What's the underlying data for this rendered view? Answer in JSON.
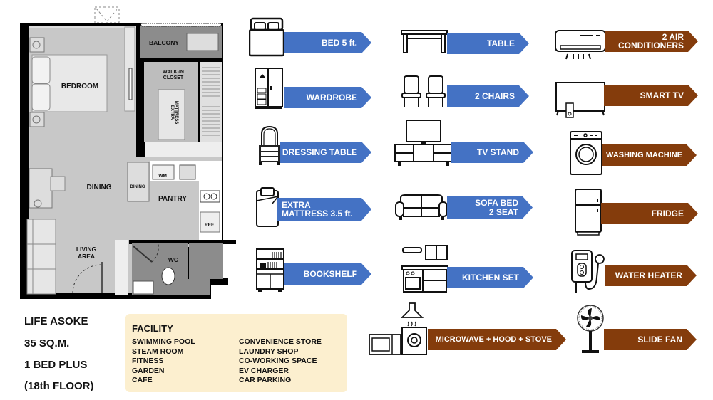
{
  "floorplan": {
    "rooms": {
      "balcony": "BALCONY",
      "walk_in_closet_line1": "WALK-IN",
      "walk_in_closet_line2": "CLOSET",
      "extra_mattress_line1": "EXTRA",
      "extra_mattress_line2": "MATTRESS",
      "bedroom": "BEDROOM",
      "dining": "DINING",
      "dining_counter": "DINING",
      "pantry": "PANTRY",
      "washing_machine": "WM.",
      "refrigerator": "REF.",
      "living_line1": "LIVING",
      "living_line2": "AREA",
      "wc": "WC"
    }
  },
  "project": {
    "name": "LIFE ASOKE",
    "size": "35 SQ.M.",
    "type": "1 BED PLUS",
    "floor": "(18th FLOOR)"
  },
  "facility": {
    "title": "FACILITY",
    "column1": [
      "SWIMMING POOL",
      "STEAM ROOM",
      "FITNESS",
      "GARDEN",
      "CAFE"
    ],
    "column2": [
      "CONVENIENCE STORE",
      "LAUNDRY SHOP",
      "CO-WORKING SPACE",
      "EV CHARGER",
      "CAR PARKING"
    ]
  },
  "colors": {
    "furniture_tag": "#4472c4",
    "appliance_tag": "#843c0c",
    "facility_bg": "#fcefcf"
  },
  "furniture": [
    {
      "icon": "bed-icon",
      "label": "BED 5 ft."
    },
    {
      "icon": "wardrobe-icon",
      "label": "WARDROBE"
    },
    {
      "icon": "dressing-table-icon",
      "label": "DRESSING TABLE"
    },
    {
      "icon": "mattress-icon",
      "label": "EXTRA\nMATTRESS 3.5 ft."
    },
    {
      "icon": "bookshelf-icon",
      "label": "BOOKSHELF"
    },
    {
      "icon": "table-icon",
      "label": "TABLE"
    },
    {
      "icon": "chairs-icon",
      "label": "2 CHAIRS"
    },
    {
      "icon": "tv-stand-icon",
      "label": "TV STAND"
    },
    {
      "icon": "sofa-icon",
      "label": "SOFA BED\n2 SEAT"
    },
    {
      "icon": "kitchen-set-icon",
      "label": "KITCHEN SET"
    }
  ],
  "appliances": [
    {
      "icon": "microwave-hood-stove-icon",
      "label": "MICROWAVE + HOOD + STOVE"
    },
    {
      "icon": "air-conditioner-icon",
      "label": "2 AIR\nCONDITIONERS"
    },
    {
      "icon": "smart-tv-icon",
      "label": "SMART TV"
    },
    {
      "icon": "washing-machine-icon",
      "label": "WASHING MACHINE"
    },
    {
      "icon": "fridge-icon",
      "label": "FRIDGE"
    },
    {
      "icon": "water-heater-icon",
      "label": "WATER HEATER"
    },
    {
      "icon": "fan-icon",
      "label": "SLIDE FAN"
    }
  ]
}
